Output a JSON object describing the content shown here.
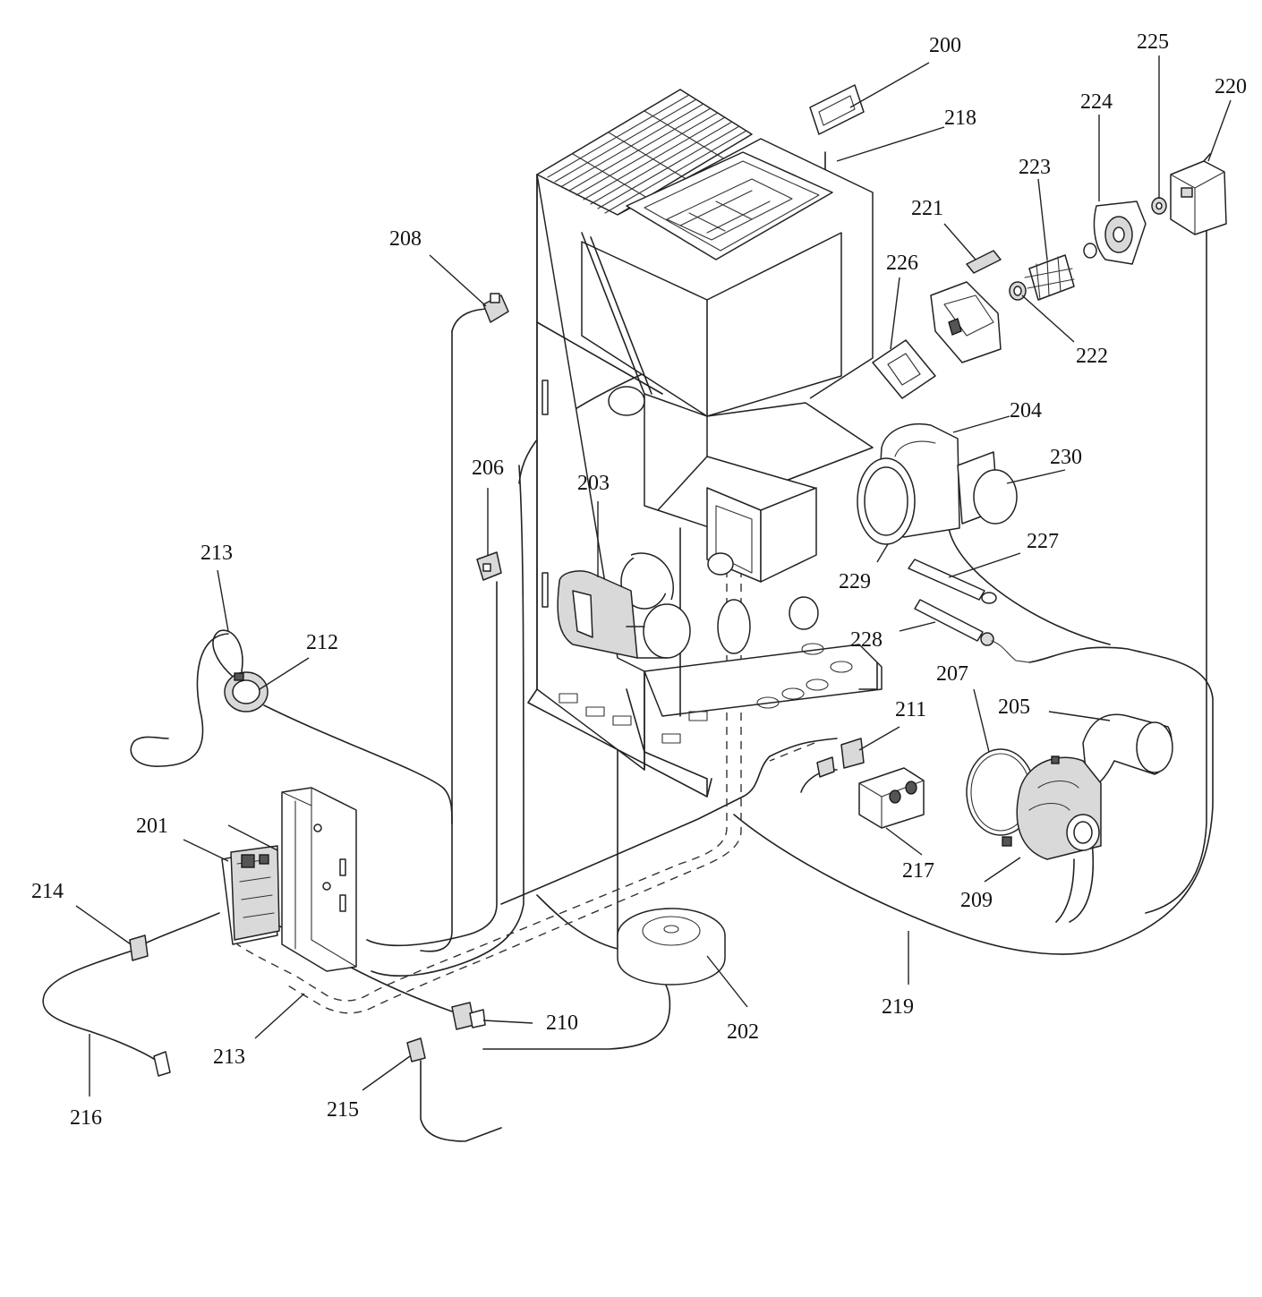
{
  "labels": {
    "l200": "200",
    "l201": "201",
    "l202": "202",
    "l203": "203",
    "l204": "204",
    "l205": "205",
    "l206": "206",
    "l207": "207",
    "l208": "208",
    "l209": "209",
    "l210": "210",
    "l211": "211",
    "l212": "212",
    "l213a": "213",
    "l213b": "213",
    "l214": "214",
    "l215": "215",
    "l216": "216",
    "l217": "217",
    "l218": "218",
    "l219": "219",
    "l220": "220",
    "l221": "221",
    "l222": "222",
    "l223": "223",
    "l224": "224",
    "l225": "225",
    "l226": "226",
    "l227": "227",
    "l228": "228",
    "l229": "229",
    "l230": "230"
  }
}
